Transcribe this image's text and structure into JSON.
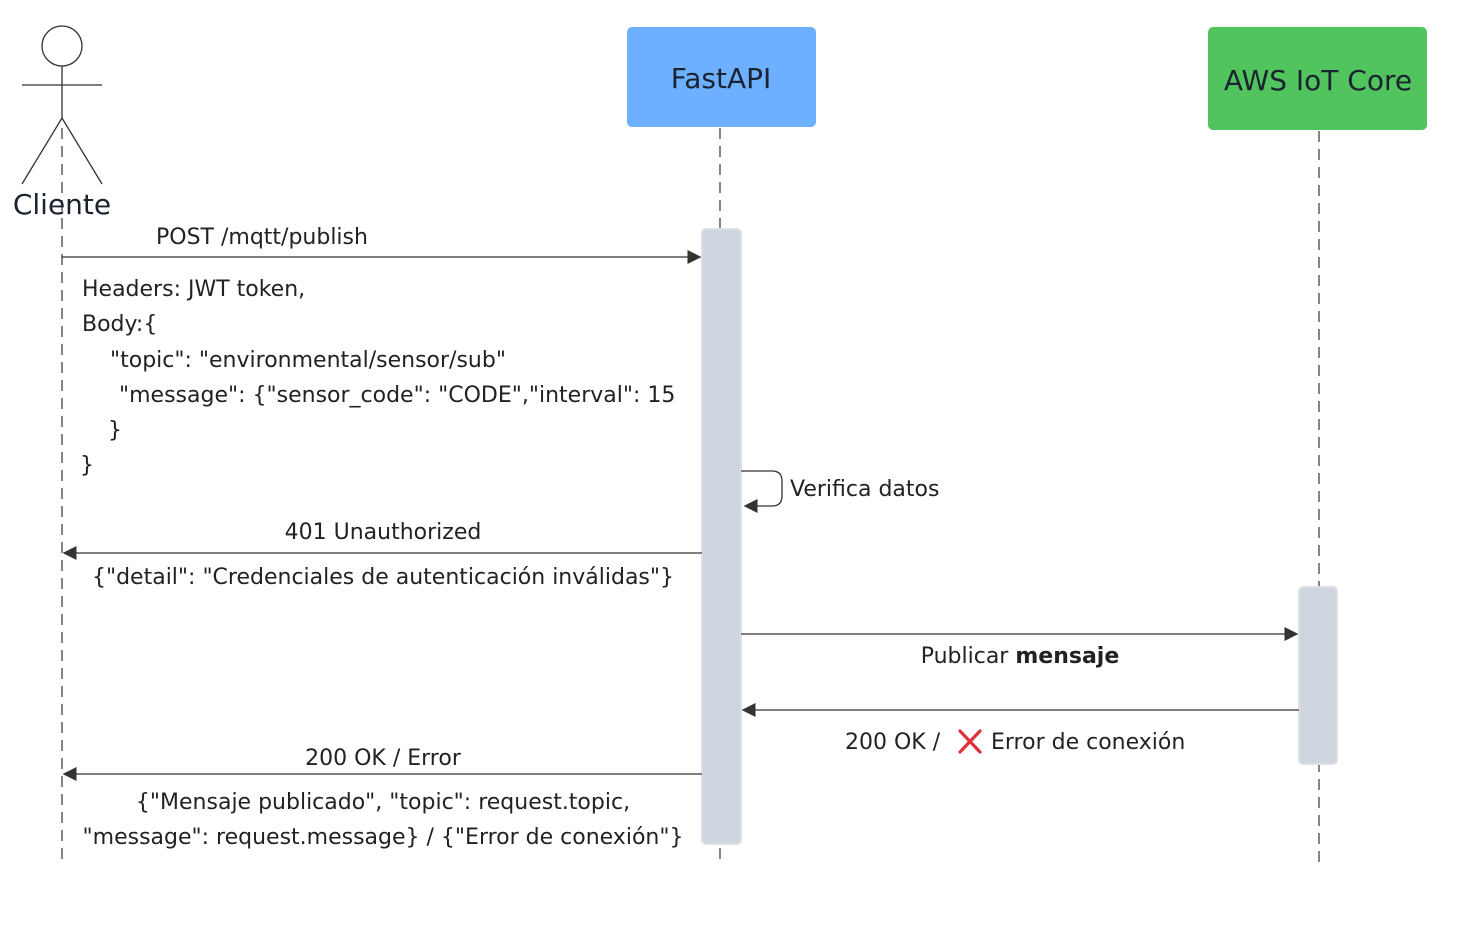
{
  "participants": {
    "client": {
      "label": "Cliente"
    },
    "fastapi": {
      "label": "FastAPI",
      "color": "#6cb0ff"
    },
    "aws": {
      "label": "AWS IoT Core",
      "color": "#52c45e"
    }
  },
  "messages": {
    "request": {
      "title": "POST  /mqtt/publish",
      "body": [
        "Headers: JWT token,",
        "Body:{",
        "\"topic\": \"environmental/sensor/sub\"",
        "\"message\": {\"sensor_code\": \"CODE\",\"interval\": 15",
        "}",
        "}"
      ]
    },
    "verify": {
      "label": "Verifica datos"
    },
    "unauthorized": {
      "title": "401 Unauthorized",
      "detail": "{\"detail\": \"Credenciales de autenticación inválidas\"}"
    },
    "publish": {
      "label_prefix": "Publicar",
      "label_bold": "mensaje"
    },
    "aws_response": {
      "label_prefix": "200 OK / ",
      "error_icon": "cross-mark-icon",
      "label_suffix": "Error de conexión",
      "error_color": "#e0303a"
    },
    "final_response": {
      "title": "200 OK / Error",
      "body": [
        "{\"Mensaje publicado\", \"topic\": request.topic,",
        "\"message\": request.message} / {\"Error de conexión\"}"
      ]
    }
  }
}
